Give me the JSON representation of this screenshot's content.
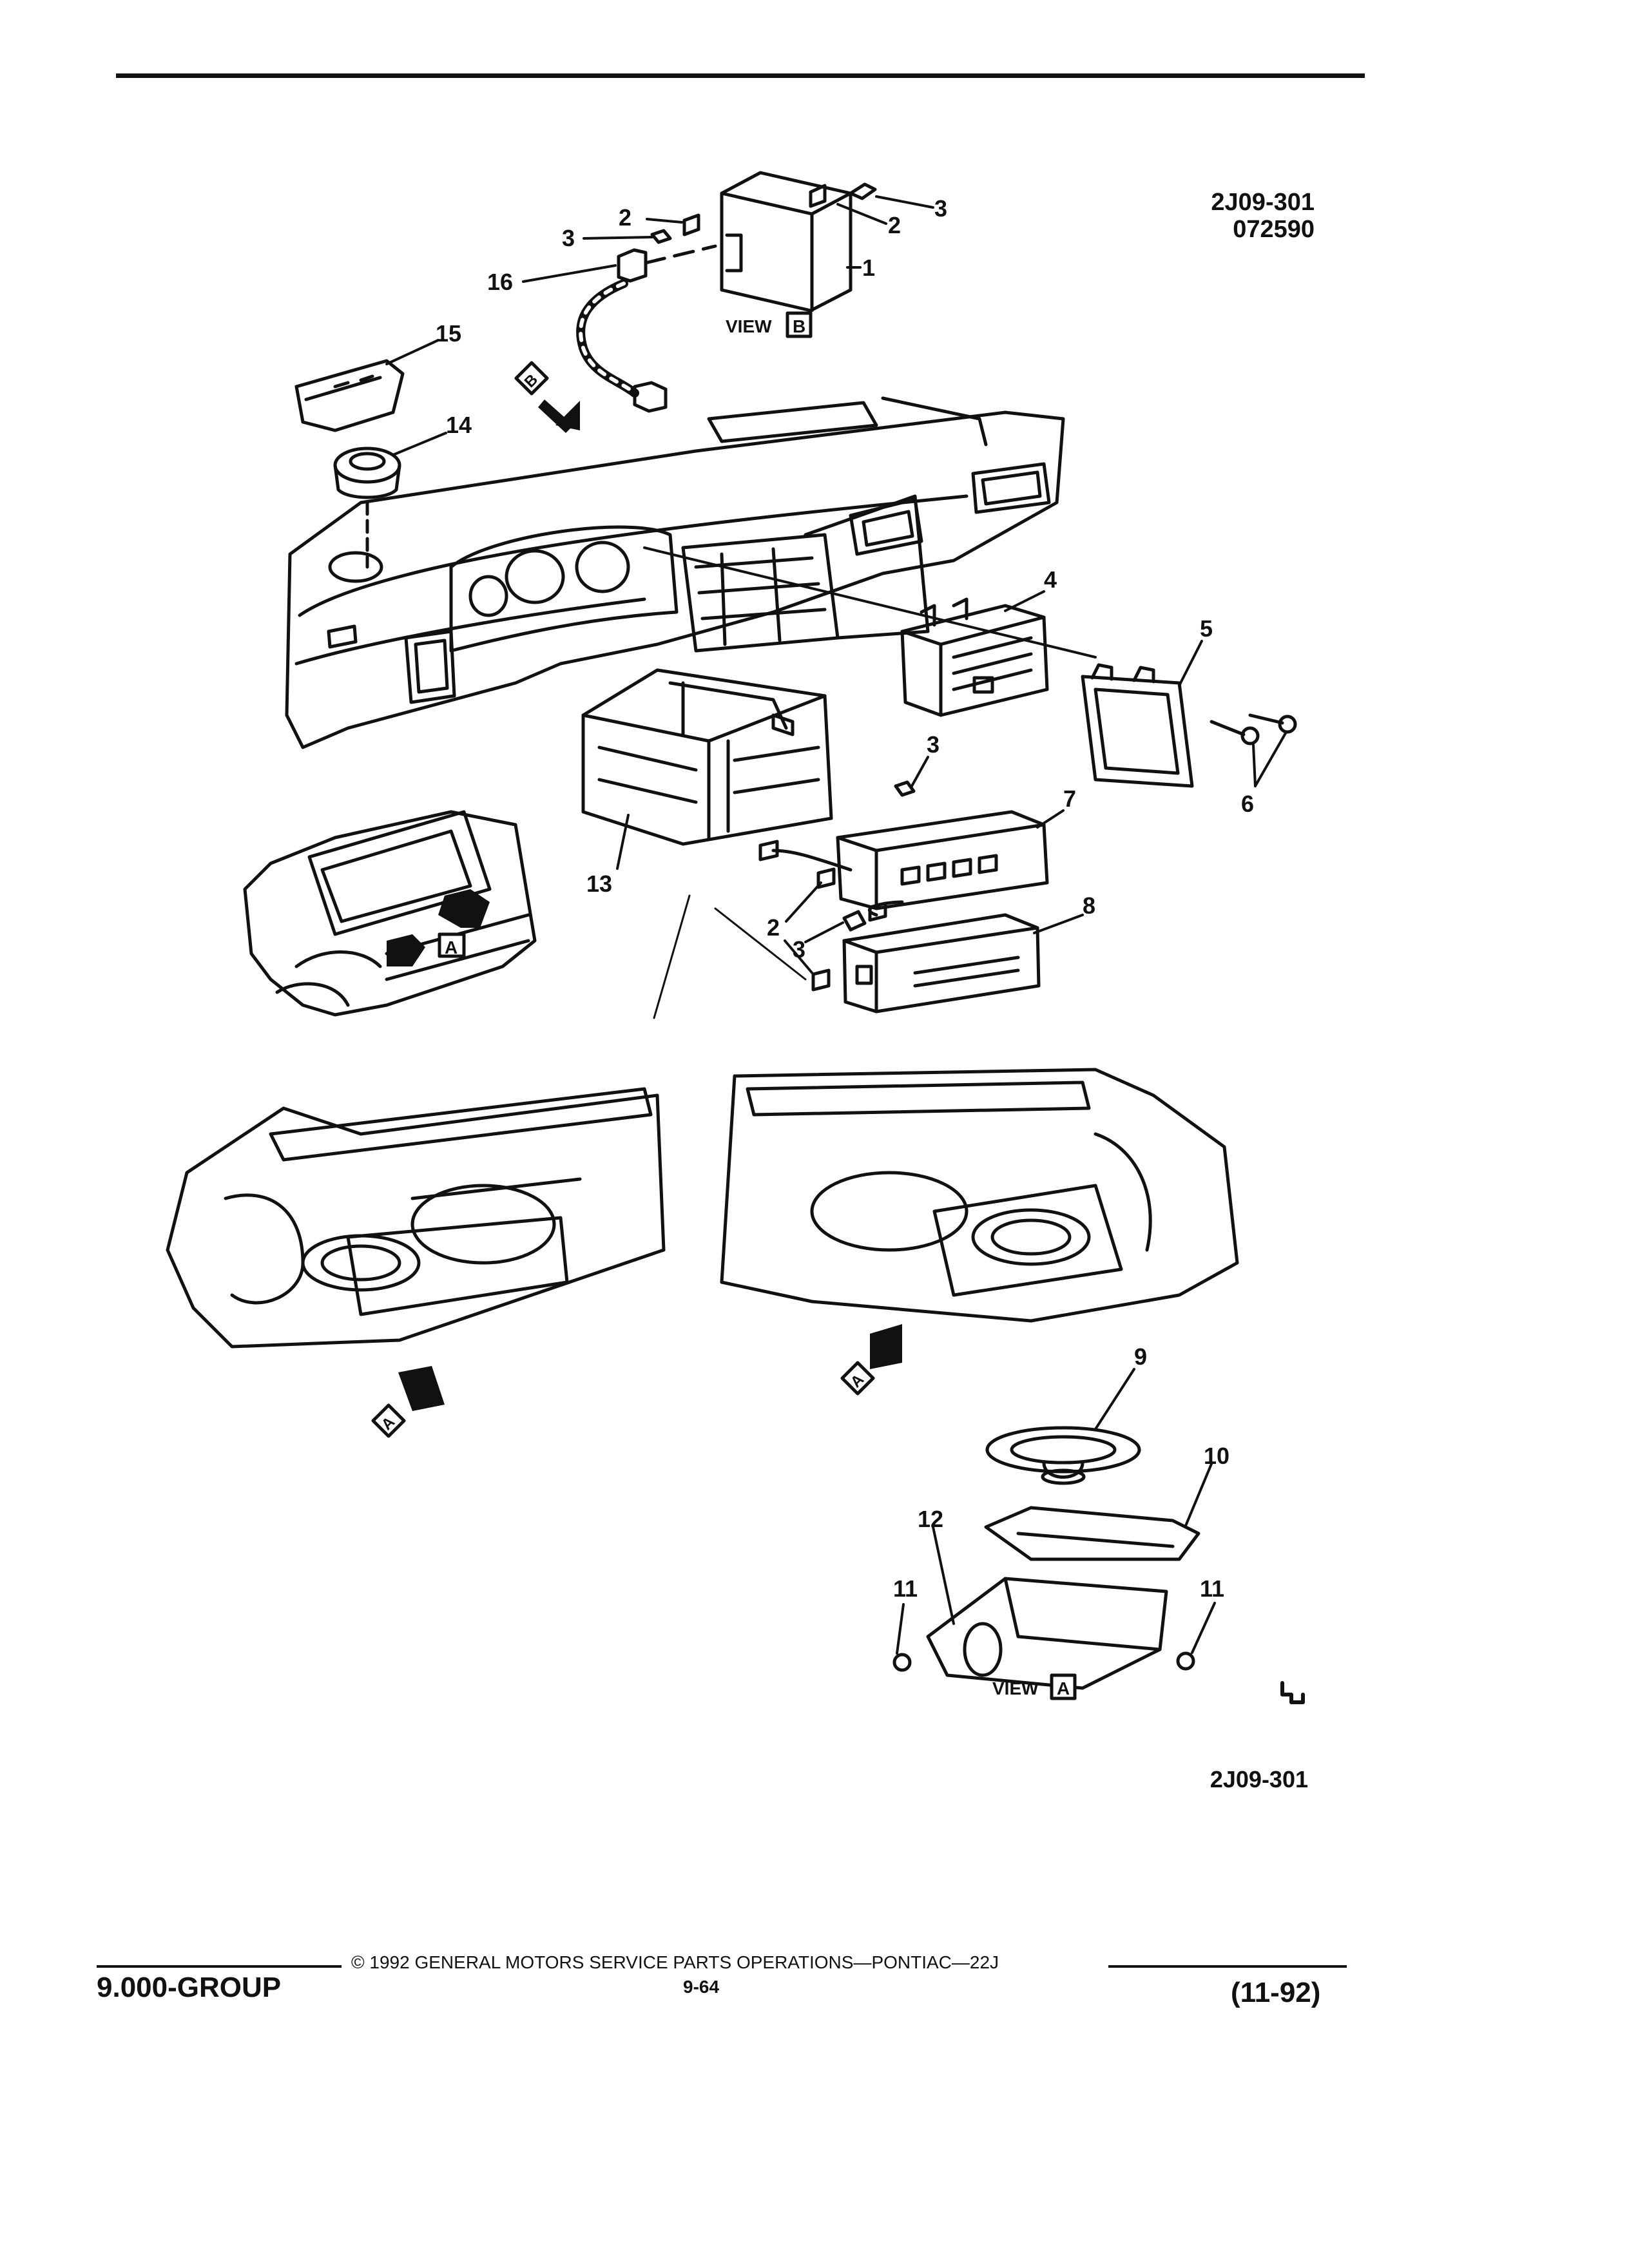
{
  "header": {
    "ref_code": "2J09-301",
    "ref_date": "072590"
  },
  "callouts": [
    {
      "label": "1"
    },
    {
      "label": "2"
    },
    {
      "label": "3"
    },
    {
      "label": "2"
    },
    {
      "label": "3"
    },
    {
      "label": "16"
    },
    {
      "label": "15"
    },
    {
      "label": "14"
    },
    {
      "label": "4"
    },
    {
      "label": "5"
    },
    {
      "label": "6"
    },
    {
      "label": "3"
    },
    {
      "label": "7"
    },
    {
      "label": "13"
    },
    {
      "label": "8"
    },
    {
      "label": "2"
    },
    {
      "label": "3"
    },
    {
      "label": "9"
    },
    {
      "label": "10"
    },
    {
      "label": "12"
    },
    {
      "label": "11"
    },
    {
      "label": "11"
    }
  ],
  "view_labels": {
    "view_b_text": "VIEW",
    "view_b_letter": "B",
    "view_a_text": "VIEW",
    "view_a_letter": "A",
    "arrow_b": "B",
    "arrow_a1": "A",
    "arrow_a2": "A",
    "arrow_a3": "A",
    "trunk_box": "A"
  },
  "diagram_code": "2J09-301",
  "footer": {
    "group": "9.000-GROUP",
    "copyright": "© 1992 GENERAL MOTORS SERVICE PARTS OPERATIONS—PONTIAC—22J",
    "page_number": "9-64",
    "revision": "(11-92)"
  }
}
